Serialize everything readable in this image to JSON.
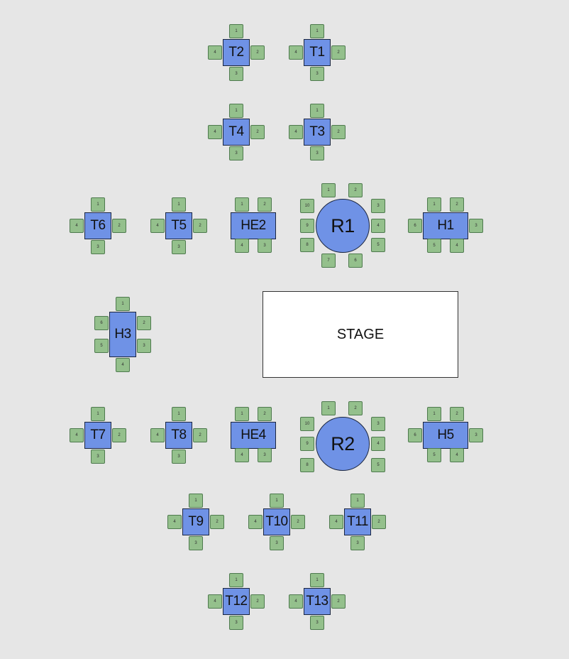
{
  "stage": {
    "label": "STAGE"
  },
  "tables": [
    {
      "label": "T2",
      "seats": [
        "1",
        "2",
        "3",
        "4"
      ]
    },
    {
      "label": "T1",
      "seats": [
        "1",
        "2",
        "3",
        "4"
      ]
    },
    {
      "label": "T4",
      "seats": [
        "1",
        "2",
        "3",
        "4"
      ]
    },
    {
      "label": "T3",
      "seats": [
        "1",
        "2",
        "3",
        "4"
      ]
    },
    {
      "label": "T6",
      "seats": [
        "1",
        "2",
        "3",
        "4"
      ]
    },
    {
      "label": "T5",
      "seats": [
        "1",
        "2",
        "3",
        "4"
      ]
    },
    {
      "label": "HE2",
      "seats": [
        "1",
        "2",
        "3",
        "4"
      ]
    },
    {
      "label": "R1",
      "seats": [
        "1",
        "2",
        "3",
        "4",
        "5",
        "6",
        "7",
        "8",
        "9",
        "10"
      ]
    },
    {
      "label": "H1",
      "seats": [
        "1",
        "2",
        "3",
        "4",
        "5",
        "6"
      ]
    },
    {
      "label": "H3",
      "seats": [
        "1",
        "2",
        "3",
        "4",
        "5",
        "6"
      ]
    },
    {
      "label": "T7",
      "seats": [
        "1",
        "2",
        "3",
        "4"
      ]
    },
    {
      "label": "T8",
      "seats": [
        "1",
        "2",
        "3",
        "4"
      ]
    },
    {
      "label": "HE4",
      "seats": [
        "1",
        "2",
        "3",
        "4"
      ]
    },
    {
      "label": "R2",
      "seats": [
        "1",
        "2",
        "3",
        "4",
        "5",
        "8",
        "9",
        "10"
      ]
    },
    {
      "label": "H5",
      "seats": [
        "1",
        "2",
        "3",
        "4",
        "5",
        "6"
      ]
    },
    {
      "label": "T9",
      "seats": [
        "1",
        "2",
        "3",
        "4"
      ]
    },
    {
      "label": "T10",
      "seats": [
        "1",
        "2",
        "3",
        "4"
      ]
    },
    {
      "label": "T11",
      "seats": [
        "1",
        "2",
        "3",
        "4"
      ]
    },
    {
      "label": "T12",
      "seats": [
        "1",
        "2",
        "3",
        "4"
      ]
    },
    {
      "label": "T13",
      "seats": [
        "1",
        "2",
        "3",
        "4"
      ]
    }
  ]
}
